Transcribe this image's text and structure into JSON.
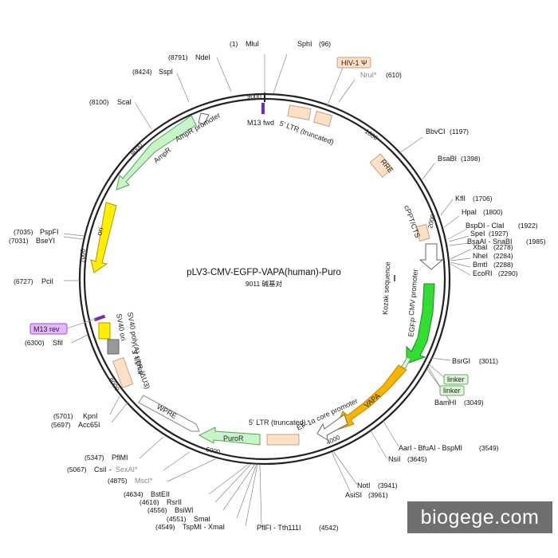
{
  "plasmid": {
    "name": "pLV3-CMV-EGFP-VAPA(human)-Puro",
    "size_text": "9011 碱基对",
    "length": 9011
  },
  "ticks": [
    "1000",
    "2000",
    "3000",
    "4000",
    "5000",
    "6000",
    "7000",
    "8000",
    "9000"
  ],
  "features": {
    "m13fwd": "M13 fwd",
    "ltr5": "5' LTR (truncated)",
    "hiv": "HIV-1 Ψ",
    "rre": "RRE",
    "cppt": "cPPT/CTS",
    "cmv": "CMV promoter",
    "kozak": "Kozak sequence",
    "egfp": "EGFP",
    "linker1": "linker",
    "linker2": "linker",
    "vapa": "VAPA",
    "ef1a": "EF-1α core promoter",
    "ltr5b": "5' LTR (truncated)",
    "puror": "PuroR",
    "wpre": "WPRE",
    "ltr3": "3' LTR (ΔU3)",
    "sv40polya": "SV40 poly(A) signal",
    "sv40ori": "SV40 ori",
    "m13rev": "M13 rev",
    "ori": "ori",
    "ampr": "AmpR",
    "amprprom": "AmpR promoter"
  },
  "sites": {
    "mlui": {
      "pos": "(1)",
      "name": "MluI"
    },
    "sphi": {
      "pos": "(96)",
      "name": "SphI"
    },
    "nrui": {
      "pos": "(610)",
      "name": "NruI*"
    },
    "bbvci": {
      "pos": "(1197)",
      "name": "BbvCI"
    },
    "bsabi": {
      "pos": "(1398)",
      "name": "BsaBI"
    },
    "kfli": {
      "pos": "(1706)",
      "name": "KflI"
    },
    "hpai": {
      "pos": "(1800)",
      "name": "HpaI"
    },
    "bspdi": {
      "pos": "(1922)",
      "name": "BspDI - ClaI"
    },
    "spei": {
      "pos": "(1927)",
      "name": "SpeI"
    },
    "bsaai": {
      "pos": "(1985)",
      "name": "BsaAI - SnaBI"
    },
    "xbai": {
      "pos": "(2278)",
      "name": "XbaI"
    },
    "nhei": {
      "pos": "(2284)",
      "name": "NheI"
    },
    "bmti": {
      "pos": "(2288)",
      "name": "BmtI"
    },
    "ecori": {
      "pos": "(2290)",
      "name": "EcoRI"
    },
    "bsrgi": {
      "pos": "(3011)",
      "name": "BsrGI"
    },
    "bamhi": {
      "pos": "(3049)",
      "name": "BamHI"
    },
    "aari": {
      "pos": "(3549)",
      "name": "AarI - BfuAI - BspMI"
    },
    "nsii": {
      "pos": "(3645)",
      "name": "NsiI"
    },
    "noti": {
      "pos": "(3941)",
      "name": "NotI"
    },
    "asisi": {
      "pos": "(3961)",
      "name": "AsiSI"
    },
    "pflfi": {
      "pos": "(4542)",
      "name": "PflFI - Tth111I"
    },
    "tspmi": {
      "pos": "(4549)",
      "name": "TspMI - XmaI"
    },
    "smai": {
      "pos": "(4551)",
      "name": "SmaI"
    },
    "bsiwi": {
      "pos": "(4556)",
      "name": "BsiWI"
    },
    "rsrii": {
      "pos": "(4616)",
      "name": "RsrII"
    },
    "bsteii": {
      "pos": "(4634)",
      "name": "BstEII"
    },
    "msci": {
      "pos": "(4875)",
      "name": "MscI*"
    },
    "csii": {
      "pos": "(5067)",
      "name": "CsiI",
      "extra": "SexAI*"
    },
    "pflmi": {
      "pos": "(5347)",
      "name": "PflMI"
    },
    "acc65i": {
      "pos": "(5697)",
      "name": "Acc65I"
    },
    "kpni": {
      "pos": "(5701)",
      "name": "KpnI"
    },
    "sfii": {
      "pos": "(6300)",
      "name": "SfiI"
    },
    "pcii": {
      "pos": "(6727)",
      "name": "PciI"
    },
    "bseyi": {
      "pos": "(7031)",
      "name": "BseYI"
    },
    "pspfi": {
      "pos": "(7035)",
      "name": "PspFI"
    },
    "scai": {
      "pos": "(8100)",
      "name": "ScaI"
    },
    "sspi": {
      "pos": "(8424)",
      "name": "SspI"
    },
    "ndei": {
      "pos": "(8791)",
      "name": "NdeI"
    }
  },
  "colors": {
    "backbone": "#222222",
    "ltr": "#fde0c5",
    "egfp": "#33dd33",
    "vapa": "#f5b400",
    "puror": "#c8f5c8",
    "ampr": "#c8f5c8",
    "ori": "#ffee00",
    "m13": "#9a4fd0",
    "sv40ori": "#999999",
    "linker": "#dff7d8"
  },
  "watermark": "biogege.com"
}
